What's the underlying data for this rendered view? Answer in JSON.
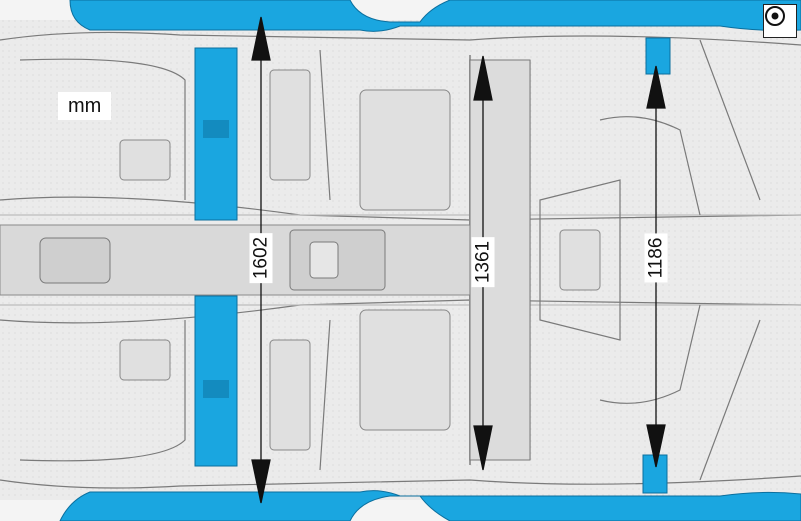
{
  "unit": "mm",
  "measurements": [
    {
      "id": "front",
      "value": "1602"
    },
    {
      "id": "middle",
      "value": "1361"
    },
    {
      "id": "rear",
      "value": "1186"
    }
  ],
  "icon": "view-direction-icon",
  "colors": {
    "accent_blue": "#1aa6e0",
    "body_grey": "#e6e6e6",
    "outline": "#7a7a7a",
    "arrow": "#111111"
  }
}
